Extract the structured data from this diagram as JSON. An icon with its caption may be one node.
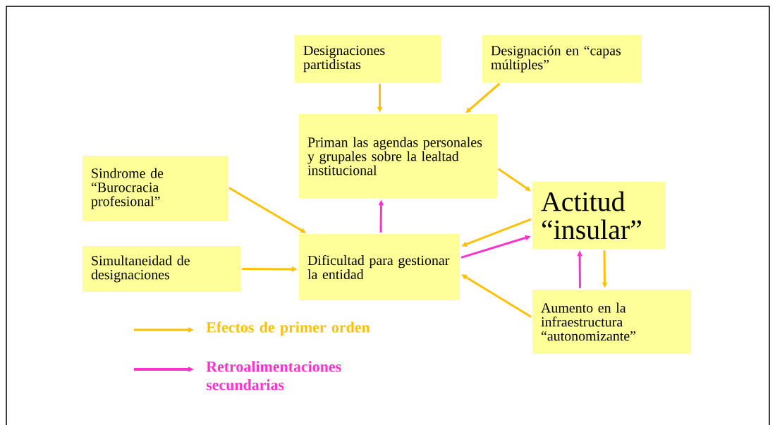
{
  "diagram": {
    "nodes": [
      {
        "text": [
          "Designaciones partidistas"
        ]
      },
      {
        "text": [
          "Designación en “capas múltiples”"
        ]
      },
      {
        "text": [
          "Priman las agendas personales y grupales sobre la lealtad institucional"
        ]
      },
      {
        "text": [
          "Sindrome de “Burocracia profesional”"
        ]
      },
      {
        "text": [
          "Actitud “insular”"
        ]
      },
      {
        "text": [
          "Simultaneidad de designaciones"
        ]
      },
      {
        "text": [
          "Dificultad para gestionar la entidad"
        ]
      },
      {
        "text": [
          "Aumento en la infraestructura “autonomizante”"
        ]
      }
    ],
    "edges": [
      {
        "from": 0,
        "to": 2,
        "arrow": "to"
      },
      {
        "from": 1,
        "to": 2,
        "arrow": "to"
      },
      {
        "from": 2,
        "to": 4,
        "arrow": "to"
      },
      {
        "from": 3,
        "to": 6,
        "arrow": "to"
      },
      {
        "from": 5,
        "to": 6,
        "arrow": "to"
      },
      {
        "from": 4,
        "to": 6,
        "arrow": "to"
      },
      {
        "from": 6,
        "to": 4,
        "arrow": "to",
        "color": "#ff33cc"
      },
      {
        "from": 6,
        "to": 2,
        "arrow": "to",
        "color": "#ff33cc"
      },
      {
        "from": 4,
        "to": 7,
        "arrow": "to"
      },
      {
        "from": 7,
        "to": 4,
        "arrow": "to",
        "color": "#ff33cc"
      },
      {
        "from": 7,
        "to": 6,
        "arrow": "to"
      }
    ],
    "legend": [
      {
        "text": "Efectos de primer orden",
        "color": "#ffc000"
      },
      {
        "text": "Retroalimentaciones secundarias",
        "color": "#ff33cc"
      }
    ]
  }
}
